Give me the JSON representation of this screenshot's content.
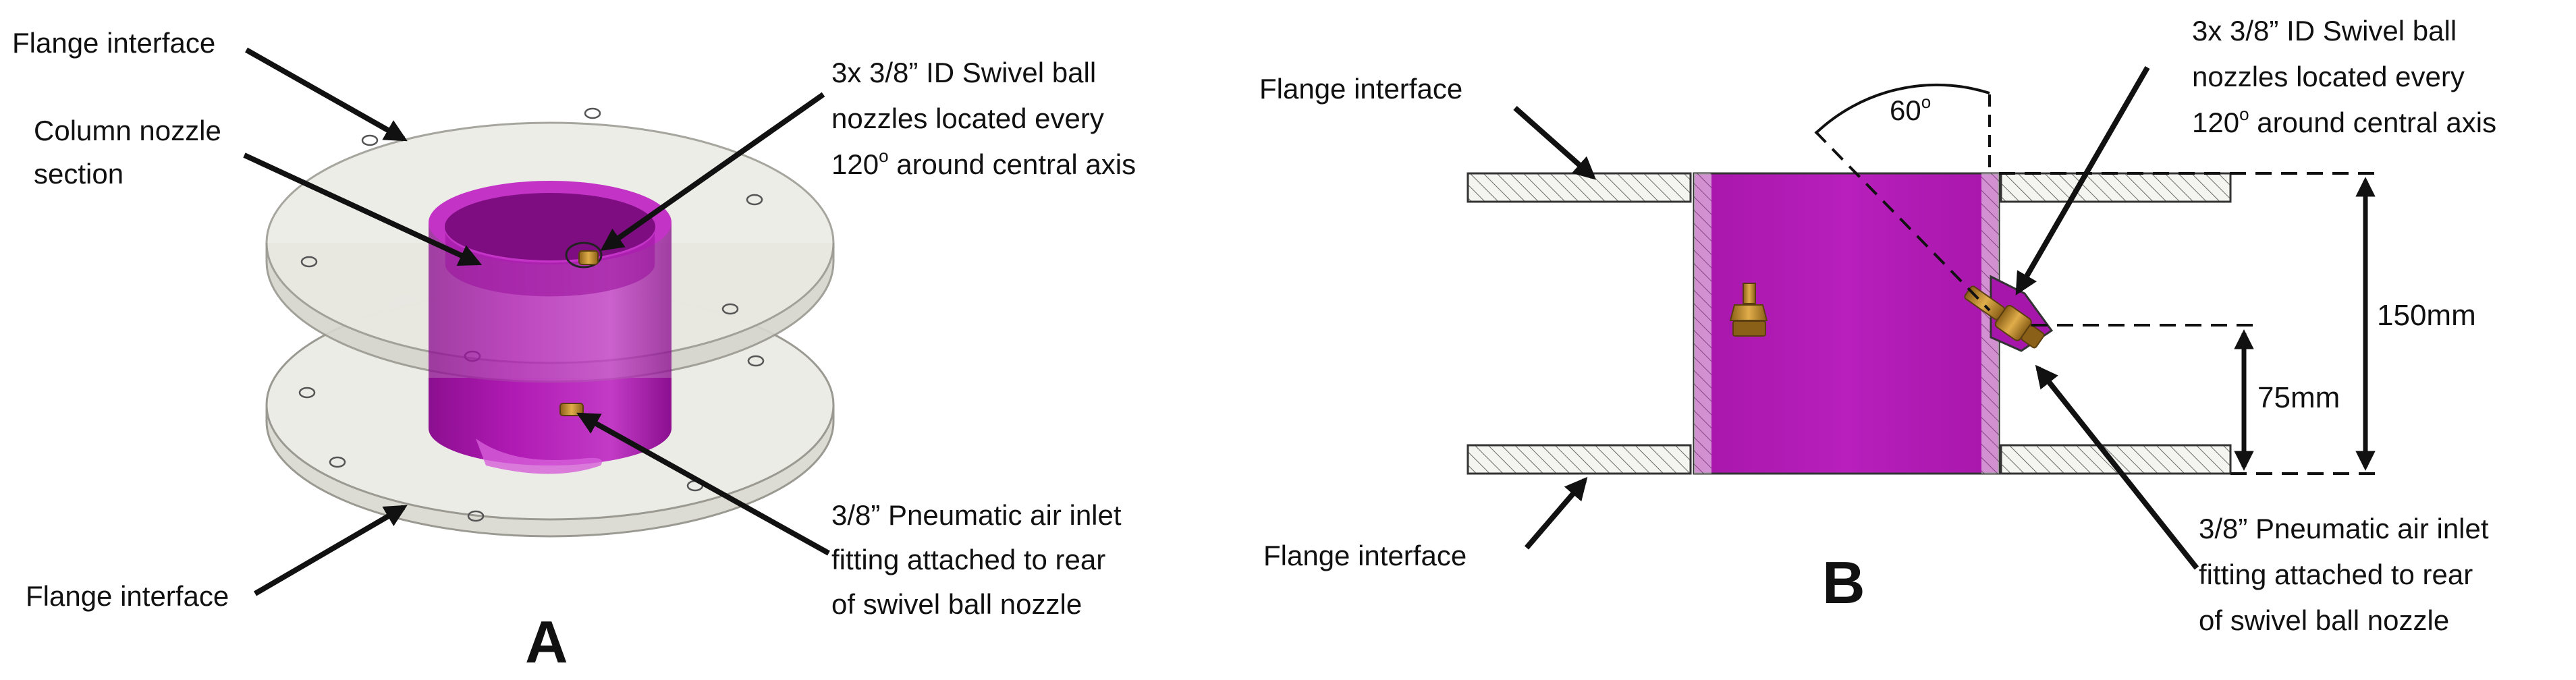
{
  "panel_a": {
    "label": "A",
    "flange_top_label": "Flange interface",
    "column_label_1": "Column nozzle",
    "column_label_2": "section",
    "nozzle_label_1": "3x 3/8” ID Swivel ball",
    "nozzle_label_2": "nozzles located every",
    "nozzle_label_3": "120",
    "nozzle_label_3_sup": "o",
    "nozzle_label_3_rest": " around central axis",
    "inlet_label_1": "3/8” Pneumatic air inlet",
    "inlet_label_2": "fitting attached to rear",
    "inlet_label_3": "of swivel ball nozzle",
    "flange_bottom_label": "Flange interface"
  },
  "panel_b": {
    "label": "B",
    "flange_top_label": "Flange interface",
    "flange_bottom_label": "Flange interface",
    "angle_value": "60",
    "angle_sup": "o",
    "nozzle_label_1": "3x 3/8” ID Swivel ball",
    "nozzle_label_2": "nozzles located every",
    "nozzle_label_3": "120",
    "nozzle_label_3_sup": "o",
    "nozzle_label_3_rest": " around central axis",
    "inlet_label_1": "3/8” Pneumatic air inlet",
    "inlet_label_2": "fitting attached to rear",
    "inlet_label_3": "of swivel ball nozzle",
    "dim_total": "150mm",
    "dim_half": "75mm"
  },
  "colors": {
    "column": "#b01ab4",
    "column_light": "#d060d4",
    "column_dark": "#7d0d80",
    "flange": "#e9e9e2",
    "flange_edge": "#9a9a92",
    "brass": "#c8932f",
    "brass_dark": "#7a5516",
    "ink": "#111111"
  }
}
